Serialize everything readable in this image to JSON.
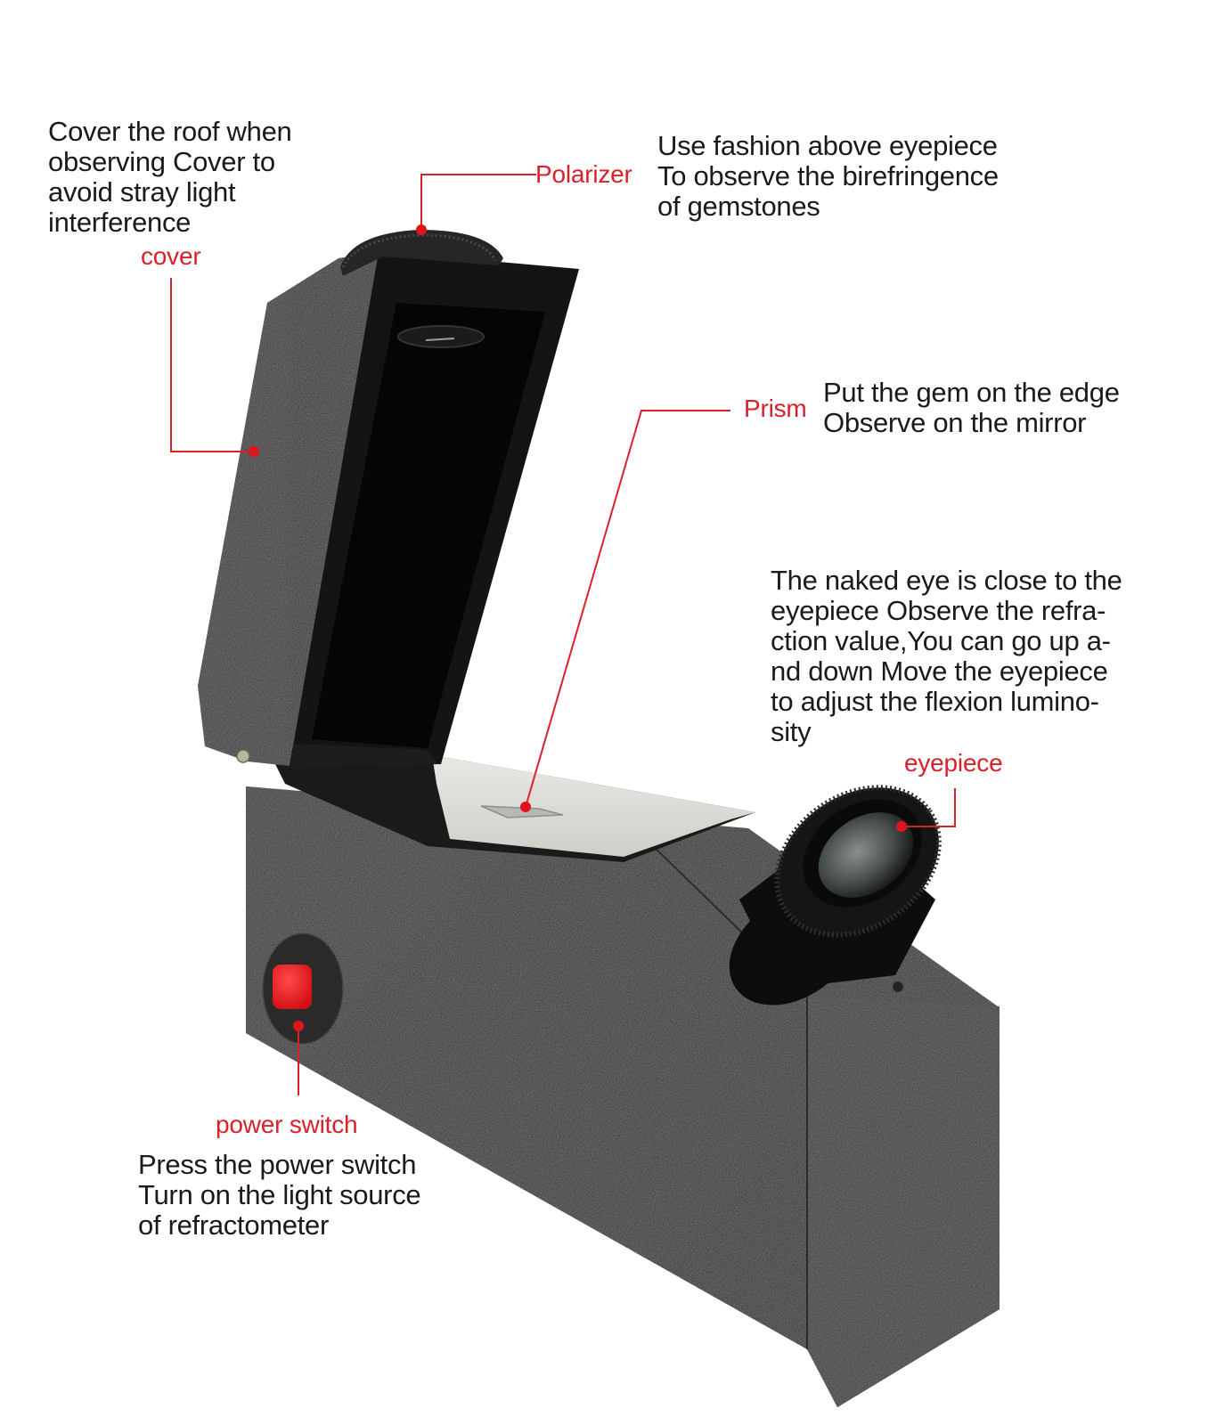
{
  "diagram": {
    "subject": "Gem refractometer",
    "accent_color": "#d9212a",
    "text_color": "#1a1a1a",
    "callouts": [
      {
        "id": "cover",
        "label": "cover",
        "description": "Cover the roof when\nobserving Cover to\navoid stray light\ninterference"
      },
      {
        "id": "polarizer",
        "label": "Polarizer",
        "description": "Use fashion above eyepiece\nTo observe the birefringence\nof gemstones"
      },
      {
        "id": "prism",
        "label": "Prism",
        "description": "Put the gem on the edge\nObserve on the mirror"
      },
      {
        "id": "eyepiece",
        "label": "eyepiece",
        "description": "The naked eye is close to the\neyepiece Observe the refra-\nction value,You can go up a-\nnd down Move the eyepiece\nto adjust the flexion lumino-\nsity"
      },
      {
        "id": "power-switch",
        "label": "power switch",
        "description": "Press the power switch\nTurn on the light source\nof refractometer"
      }
    ]
  }
}
